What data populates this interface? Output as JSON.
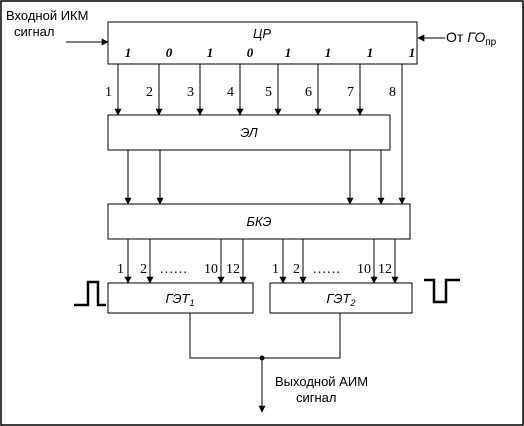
{
  "input": {
    "line1": "Входной ИКМ",
    "line2": "сигнал"
  },
  "source": {
    "prefix": "От ",
    "main": "ГО",
    "sub": "пр"
  },
  "register": {
    "label": "ЦР",
    "bits": [
      "1",
      "0",
      "1",
      "0",
      "1",
      "1",
      "1",
      "1"
    ]
  },
  "taps": [
    "1",
    "2",
    "3",
    "4",
    "5",
    "6",
    "7",
    "8"
  ],
  "logic": {
    "label": "ЭЛ"
  },
  "combiner": {
    "label": "БКЭ"
  },
  "bus_labels": {
    "left": [
      "1",
      "2",
      "……",
      "10",
      "12"
    ],
    "right": [
      "1",
      "2",
      "……",
      "10",
      "12"
    ]
  },
  "generators": [
    {
      "main": "ГЭТ",
      "sub": "1"
    },
    {
      "main": "ГЭТ",
      "sub": "2"
    }
  ],
  "output": {
    "line1": "Выходной АИМ",
    "line2": "сигнал"
  }
}
